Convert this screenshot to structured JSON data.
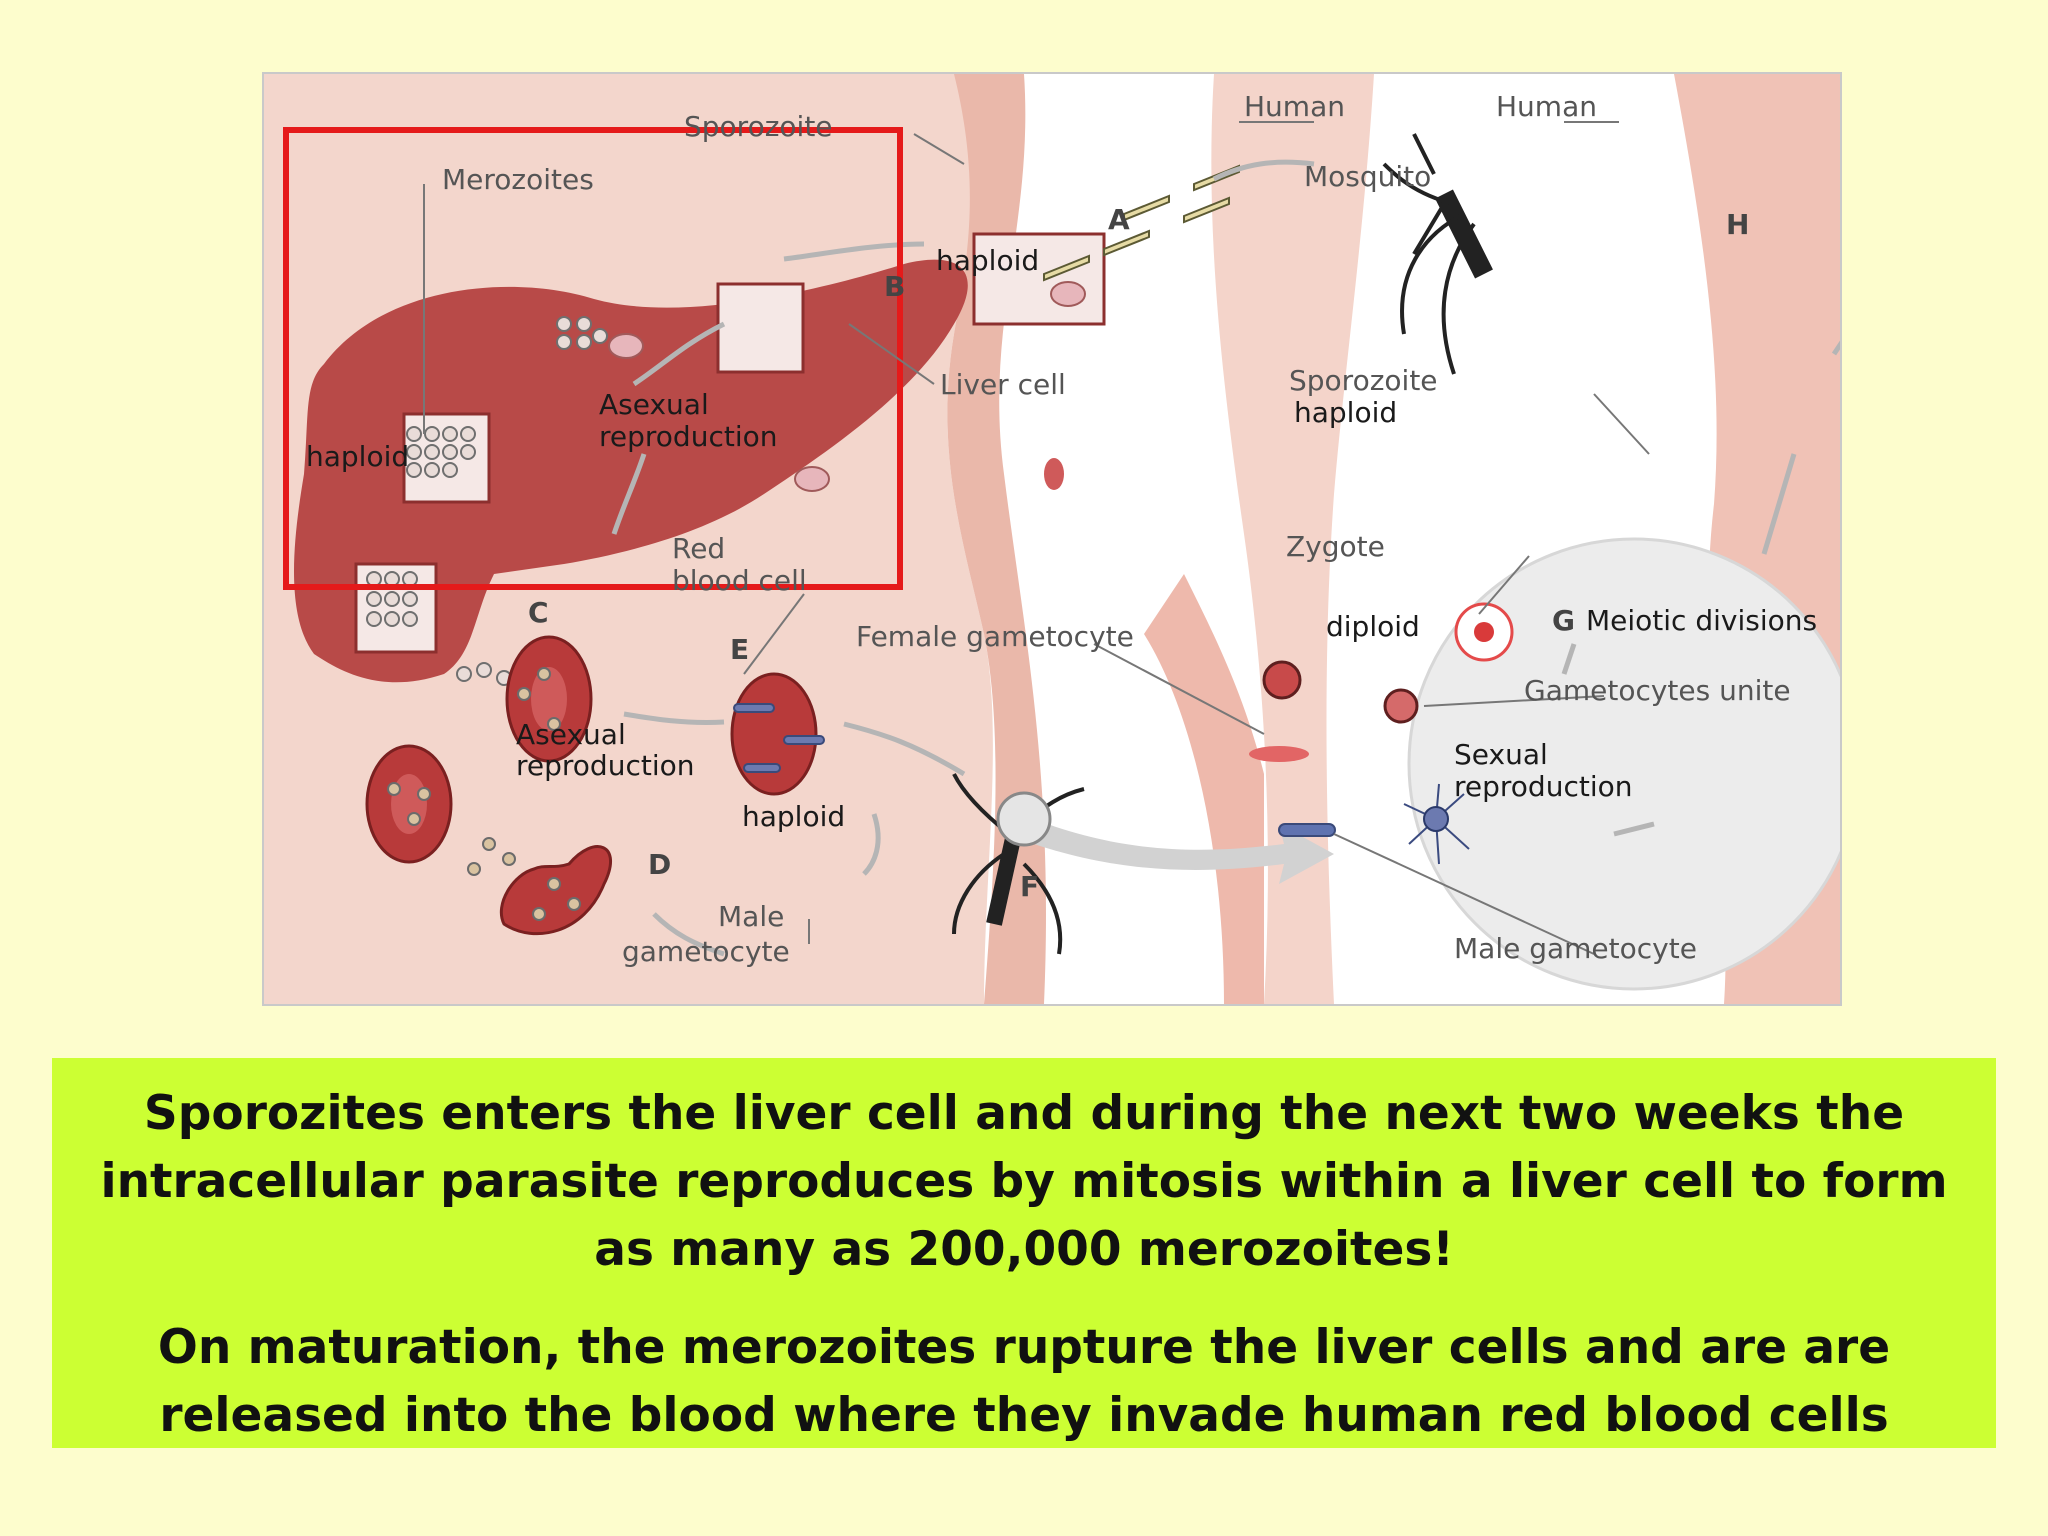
{
  "diagram": {
    "labels": {
      "human_left": "Human",
      "human_right": "Human",
      "mosquito": "Mosquito",
      "sporozoite_top": "Sporozoite",
      "merozoites": "Merozoites",
      "haploid_a": "haploid",
      "liver_cell": "Liver cell",
      "asexual_liver_1": "Asexual",
      "asexual_liver_2": "reproduction",
      "haploid_liver": "haploid",
      "red_blood_cell_1": "Red",
      "red_blood_cell_2": "blood cell",
      "female_gametocyte": "Female gametocyte",
      "asexual_blood_1": "Asexual",
      "asexual_blood_2": "reproduction",
      "haploid_blood": "haploid",
      "male_gametocyte_left_1": "Male",
      "male_gametocyte_left_2": "gametocyte",
      "sporozoite_right": "Sporozoite",
      "haploid_right": "haploid",
      "zygote": "Zygote",
      "diploid": "diploid",
      "meiotic_divisions": "Meiotic divisions",
      "gametocytes_unite": "Gametocytes unite",
      "sexual_1": "Sexual",
      "sexual_2": "reproduction",
      "male_gametocyte_right": "Male gametocyte"
    },
    "stages": [
      "A",
      "B",
      "C",
      "D",
      "E",
      "F",
      "G",
      "H"
    ],
    "colors": {
      "highlight_box": "#e51a1a",
      "liver": "#b84a48",
      "skin": "#f2c7bb",
      "red_cell": "#b83a3a"
    }
  },
  "caption": {
    "paragraph_1": "Sporozites enters the liver cell and during the next two weeks the intracellular parasite reproduces by mitosis within a liver cell to form as many as 200,000 merozoites!",
    "paragraph_2": "On maturation, the merozoites rupture the liver cells and are are released into the blood where they invade human red blood cells"
  }
}
